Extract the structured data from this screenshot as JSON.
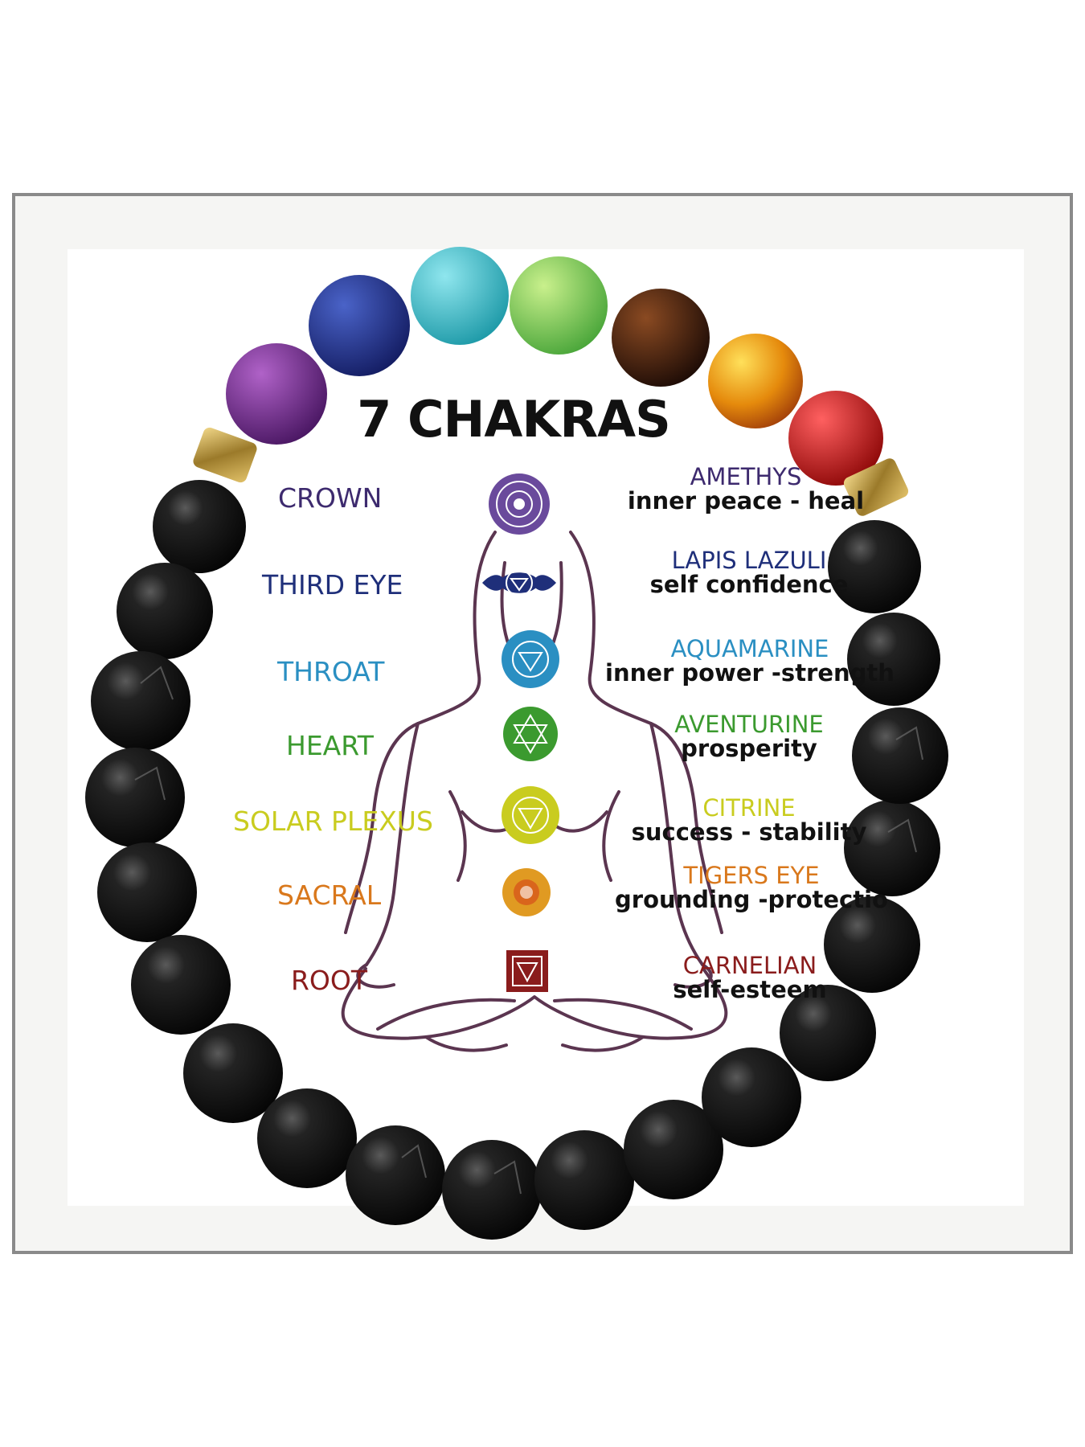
{
  "title": "7 CHAKRAS",
  "colors": {
    "crown": "#3d2a6e",
    "third_eye": "#1f2f7a",
    "throat": "#2a8fc2",
    "heart": "#3b9a2f",
    "solar_plexus": "#c9cc1f",
    "sacral": "#d9781c",
    "root": "#8a1c1c",
    "figure_outline": "#5b3550",
    "onyx": "#151515",
    "frame_border": "#8a8a8a"
  },
  "chakras": [
    {
      "name": "CROWN",
      "stone": "AMETHYS",
      "meaning": "inner peace - heal",
      "symbol": "crown-chakra-icon"
    },
    {
      "name": "THIRD EYE",
      "stone": "LAPIS LAZULI",
      "meaning": "self confidence",
      "symbol": "third-eye-chakra-icon"
    },
    {
      "name": "THROAT",
      "stone": "AQUAMARINE",
      "meaning": "inner power -strength",
      "symbol": "throat-chakra-icon"
    },
    {
      "name": "HEART",
      "stone": "AVENTURINE",
      "meaning": "prosperity",
      "symbol": "heart-chakra-icon"
    },
    {
      "name": "SOLAR PLEXUS",
      "stone": "CITRINE",
      "meaning": "success - stability",
      "symbol": "solar-plexus-chakra-icon"
    },
    {
      "name": "SACRAL",
      "stone": "TIGERS EYE",
      "meaning": "grounding -protectio",
      "symbol": "sacral-chakra-icon"
    },
    {
      "name": "ROOT",
      "stone": "CARNELIAN",
      "meaning": "self-esteem",
      "symbol": "root-chakra-icon"
    }
  ]
}
